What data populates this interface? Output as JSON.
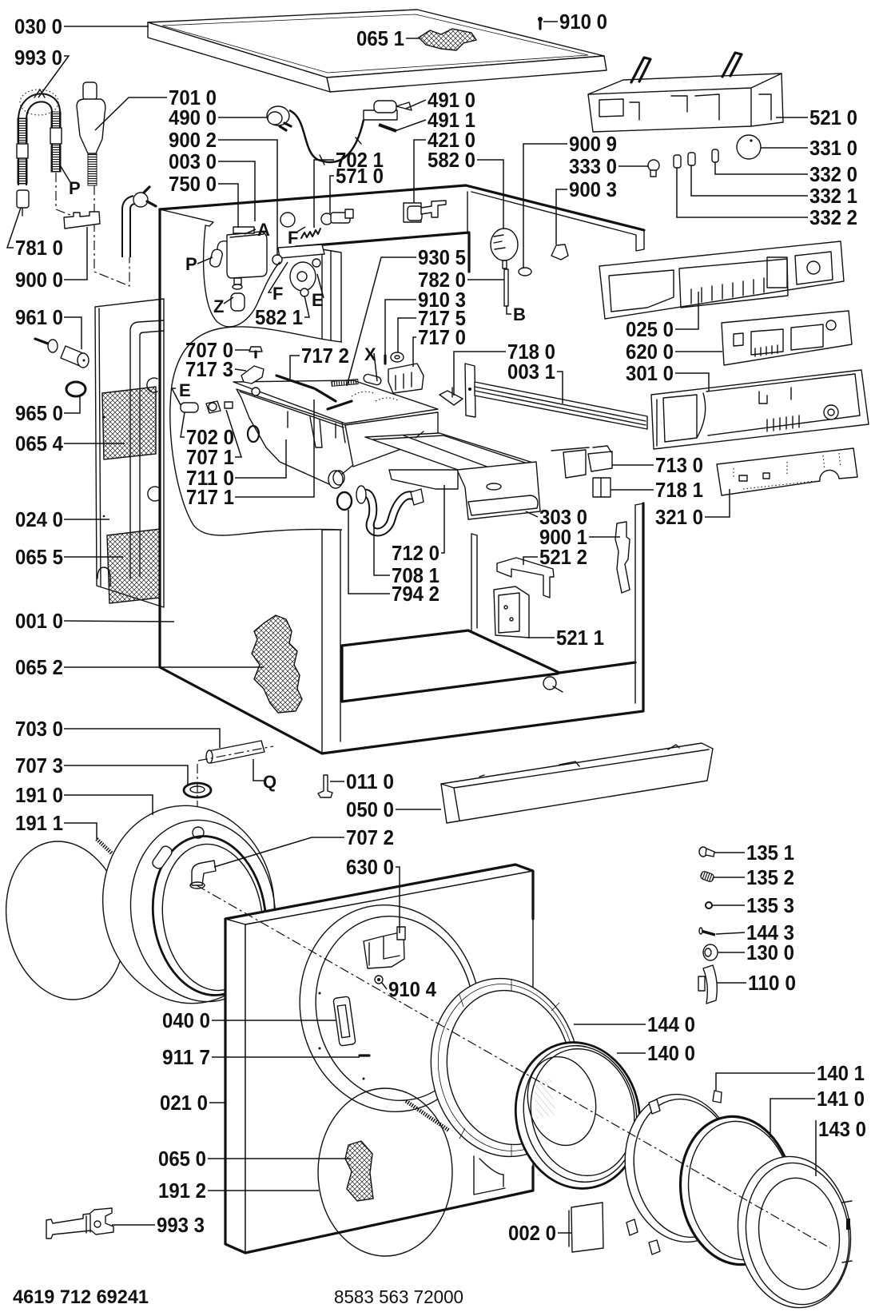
{
  "callouts": {
    "left_column": [
      "030 0",
      "993 0",
      "781 0",
      "900 0",
      "961 0",
      "965 0",
      "065 4",
      "024 0",
      "065 5",
      "001 0",
      "065 2",
      "703 0",
      "707 3",
      "191 0",
      "191 1"
    ],
    "upper_left_stack": [
      "701 0",
      "490 0",
      "900 2",
      "003 0",
      "750 0"
    ],
    "valve_stack": [
      "702 1",
      "571 0"
    ],
    "pump": [
      "582 1"
    ],
    "cord_stack": [
      "491 0",
      "491 1",
      "421 0",
      "582 0"
    ],
    "top": [
      "065 1",
      "910 0"
    ],
    "controls_stack": [
      "900 9",
      "333 0",
      "900 3"
    ],
    "right_top_column": [
      "521 0",
      "331 0",
      "332 0",
      "332 1",
      "332 2"
    ],
    "center_stack": [
      "930 5",
      "782 0",
      "910 3",
      "717 5",
      "717 0"
    ],
    "panel_stack": [
      "025 0",
      "620 0",
      "301 0"
    ],
    "crossbar_stack": [
      "718 0",
      "003 1"
    ],
    "dispenser_left_stack": [
      "707 0",
      "717 3",
      "702 0",
      "707 1",
      "711 0",
      "717 1"
    ],
    "dispenser_top": [
      "717 2"
    ],
    "drain_stack": [
      "712 0",
      "708 1",
      "794 2"
    ],
    "right_mid_stack": [
      "713 0",
      "718 1",
      "321 0"
    ],
    "drawer_stack": [
      "303 0",
      "900 1",
      "521 2",
      "521 1"
    ],
    "lower_mid_stack": [
      "011 0",
      "050 0",
      "707 2",
      "630 0"
    ],
    "small_parts_column": [
      "135 1",
      "135 2",
      "135 3",
      "144 3",
      "130 0",
      "110 0"
    ],
    "door_hardware": [
      "910 4"
    ],
    "front_panel_stack": [
      "040 0",
      "911 7",
      "021 0",
      "065 0",
      "191 2",
      "993 3"
    ],
    "door_rings": [
      "144 0",
      "140 0",
      "140 1",
      "141 0",
      "143 0"
    ],
    "door_misc": [
      "002 0"
    ]
  },
  "markers": {
    "hose_p": "P",
    "expansion_a": "A",
    "expansion_p": "P",
    "expansion_z": "Z",
    "spring_f": "F",
    "pump_f": "F",
    "pump_e": "E",
    "dispenser_e": "E",
    "tube_b": "B",
    "dispenser_x": "X",
    "tube_q": "Q"
  },
  "footer": {
    "left_code": "4619 712 69241",
    "center_code": "8583 563 72000"
  }
}
